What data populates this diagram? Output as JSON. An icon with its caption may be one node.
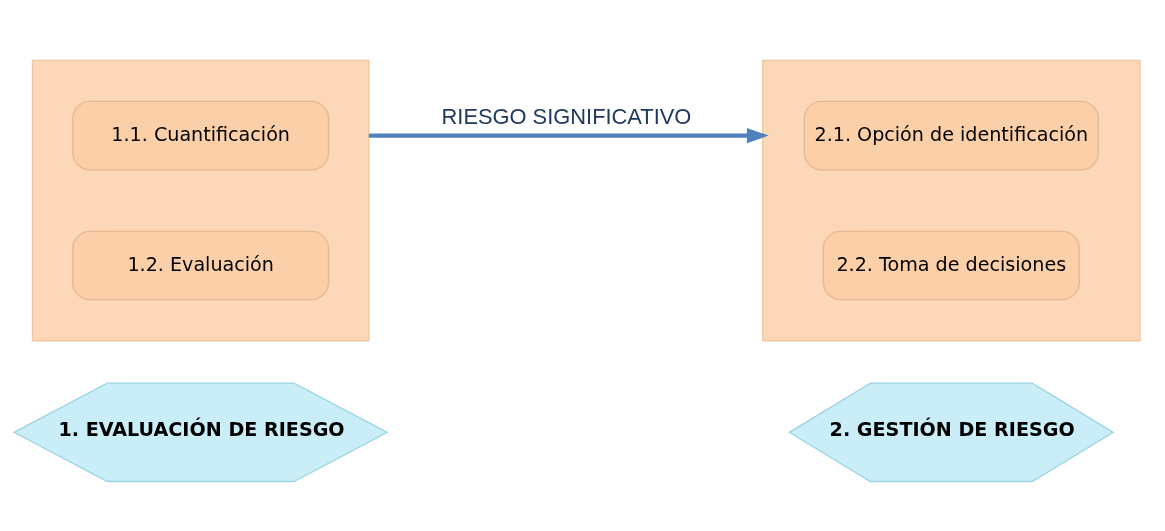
{
  "diagram": {
    "nodes": [
      {
        "text": [],
        "shape": "box"
      },
      {
        "text": [
          "1.1. Cuantificación"
        ],
        "in": 0
      },
      {
        "text": [
          "1.2. Evaluación"
        ],
        "in": 0
      },
      {
        "text": [],
        "shape": "box"
      },
      {
        "text": [
          "2.1. Opción de identificación"
        ],
        "in": 3
      },
      {
        "text": [
          "2.2. Toma de decisiones"
        ],
        "in": 3
      },
      {
        "text": [
          "1. EVALUACIÓN DE RIESGO"
        ]
      },
      {
        "text": [
          "2. GESTIÓN DE RIESGO"
        ]
      }
    ],
    "edges": [
      {
        "from": 0,
        "to": 3,
        "arrow": "to",
        "label": "RIESGO SIGNIFICATIVO"
      }
    ]
  }
}
